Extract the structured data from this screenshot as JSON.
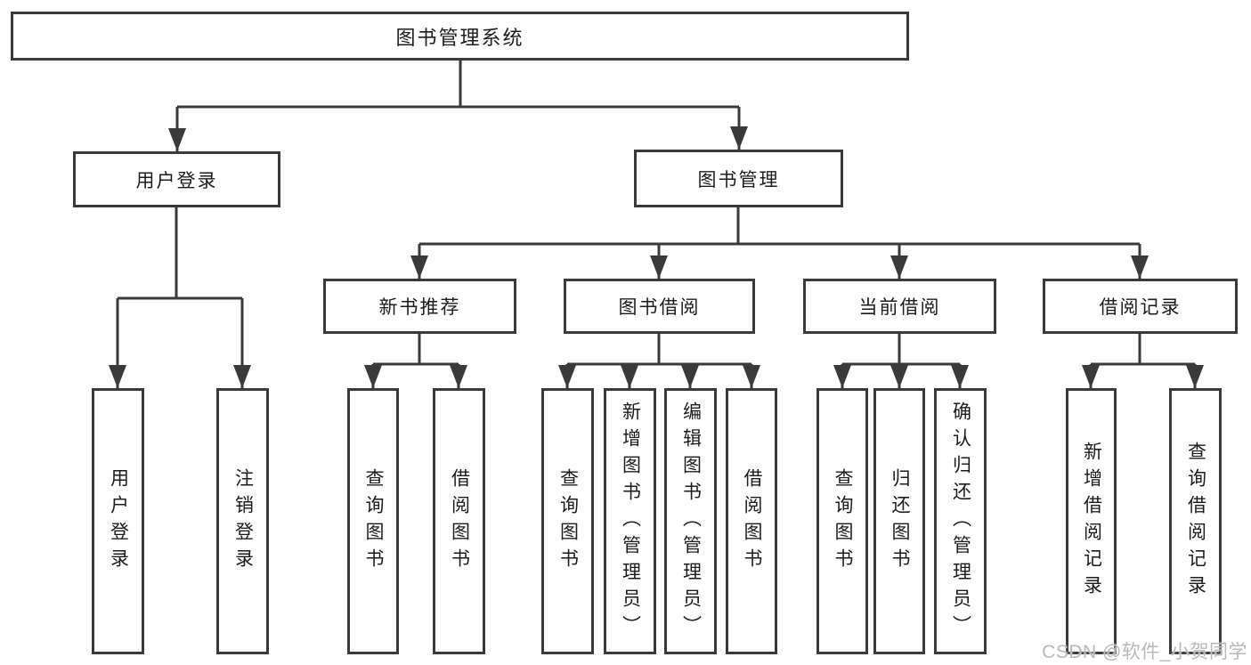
{
  "diagram_type": "functional-structure-tree",
  "tree": {
    "label": "图书管理系统",
    "children": [
      {
        "label": "用户登录",
        "children": [
          {
            "label": "用户登录"
          },
          {
            "label": "注销登录"
          }
        ]
      },
      {
        "label": "图书管理",
        "children": [
          {
            "label": "新书推荐",
            "children": [
              {
                "label": "查询图书"
              },
              {
                "label": "借阅图书"
              }
            ]
          },
          {
            "label": "图书借阅",
            "children": [
              {
                "label": "查询图书"
              },
              {
                "label": "新增图书（管理员）"
              },
              {
                "label": "编辑图书（管理员）"
              },
              {
                "label": "借阅图书"
              }
            ]
          },
          {
            "label": "当前借阅",
            "children": [
              {
                "label": "查询图书"
              },
              {
                "label": "归还图书"
              },
              {
                "label": "确认归还（管理员）"
              }
            ]
          },
          {
            "label": "借阅记录",
            "children": [
              {
                "label": "新增借阅记录"
              },
              {
                "label": "查询借阅记录"
              }
            ]
          }
        ]
      }
    ]
  },
  "watermark": {
    "text": "CSDN @软件_小贺同学"
  },
  "colors": {
    "background": "#ffffff",
    "line": "#3a3a3a",
    "box_border": "#3a3a3a",
    "text": "#1c1c1c",
    "watermark": "#b7b9bc"
  }
}
